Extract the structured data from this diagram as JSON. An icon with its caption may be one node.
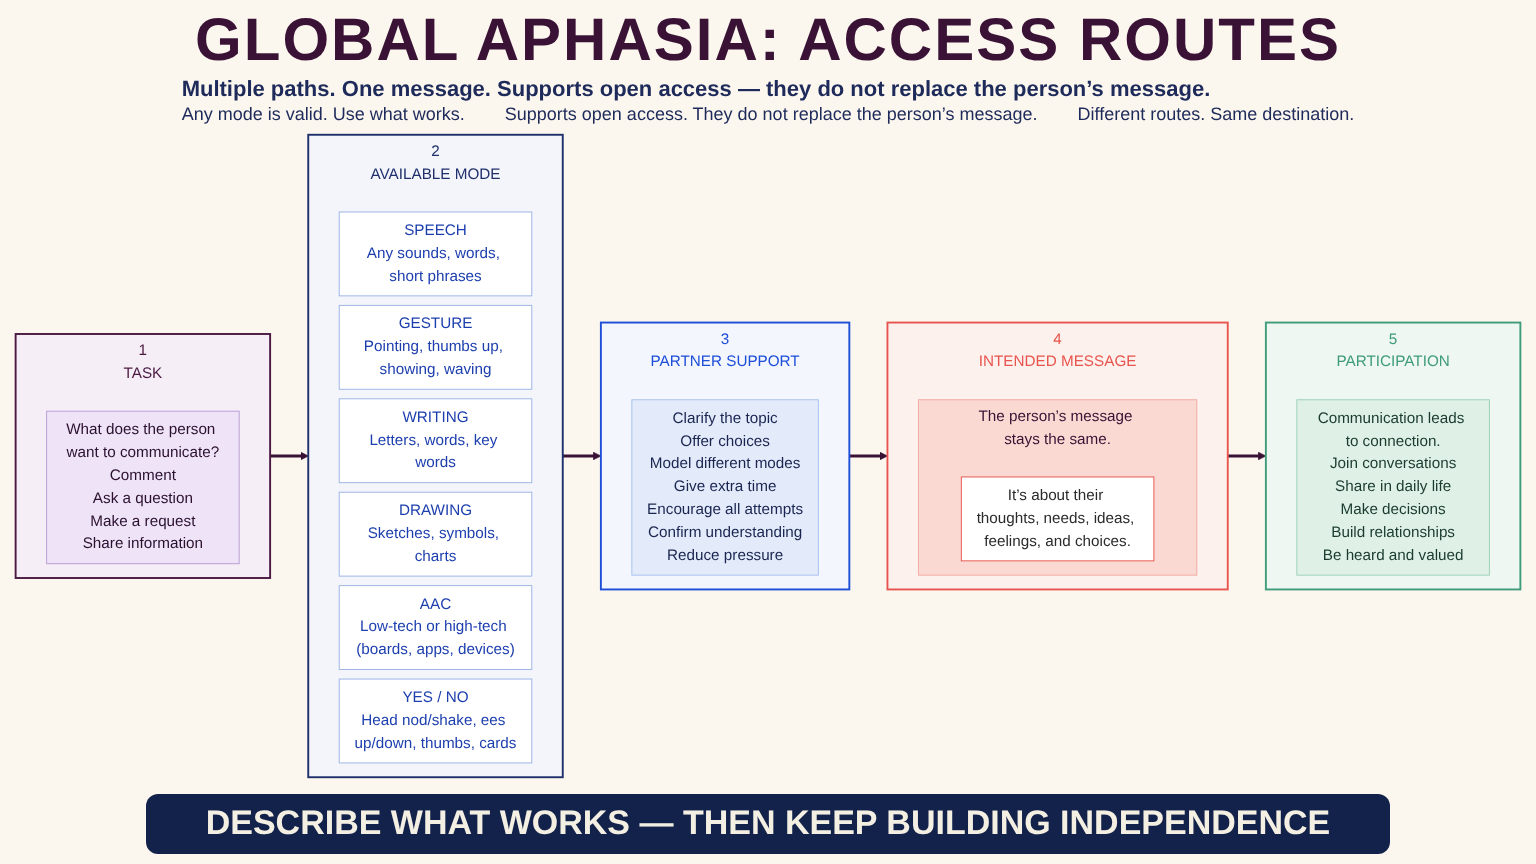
{
  "diagram": {
    "title": "GLOBAL APHASIA: ACCESS ROUTES",
    "caption": "DESCRIBE WHAT WORKS — THEN KEEP BUILDING INDEPENDENCE",
    "nodes": [
      {
        "text": [
          "1",
          "TASK"
        ]
      },
      {
        "text": [
          "What does the person want to communicate?",
          "Comment",
          "Ask a question",
          "Make a request",
          "Share information"
        ],
        "in": 0
      },
      {
        "text": [
          "2",
          "AVAILABLE MODE"
        ]
      },
      {
        "text": [
          "SPEECH",
          "Any sounds, words, short phrases"
        ],
        "in": 2
      },
      {
        "text": [
          "GESTURE",
          "Pointing, thumbs up, showing, waving"
        ],
        "in": 2
      },
      {
        "text": [
          "WRITING",
          "Letters, words, key words"
        ],
        "in": 2
      },
      {
        "text": [
          "DRAWING",
          "Sketches, symbols, charts"
        ],
        "in": 2
      },
      {
        "text": [
          "AAC",
          "Low-tech or high-tech (boards, apps, devices)"
        ],
        "in": 2
      },
      {
        "text": [
          "YES / NO",
          "Head nod/shake, ees up/down, thumbs, cards"
        ],
        "in": 2
      },
      {
        "text": [
          "3",
          "PARTNER SUPPORT"
        ]
      },
      {
        "text": [
          "Clarify the topic",
          "Offer choices",
          "Model different modes",
          "Give extra time",
          "Encourage all attempts",
          "Confirm understanding",
          "Reduce pressure"
        ],
        "in": 9
      },
      {
        "text": [
          "4",
          "INTENDED MESSAGE"
        ]
      },
      {
        "text": [
          "The person’s message stays the same."
        ],
        "in": 11
      },
      {
        "text": [
          "It’s about their thoughts, needs, ideas, feelings, and choices."
        ],
        "in": 12
      },
      {
        "text": [
          "5",
          "PARTICIPATION"
        ]
      },
      {
        "text": [
          "Communication leads to connection.",
          "Join conversations",
          "Share in daily life",
          "Make decisions",
          "Build relationships",
          "Be heard and valued"
        ],
        "in": 14
      }
    ],
    "edges": [
      {
        "from": 0,
        "to": 2,
        "arrow": "to"
      },
      {
        "from": 2,
        "to": 9,
        "arrow": "to"
      },
      {
        "from": 9,
        "to": 11,
        "arrow": "to"
      },
      {
        "from": 11,
        "to": 14,
        "arrow": "to"
      }
    ],
    "labels": [
      "Multiple paths. One message. Supports open access — they do not replace the person’s message.",
      "Any mode is valid. Use what works.",
      "Supports open access. They do not replace the person’s message.",
      "Different routes. Same destination."
    ]
  }
}
